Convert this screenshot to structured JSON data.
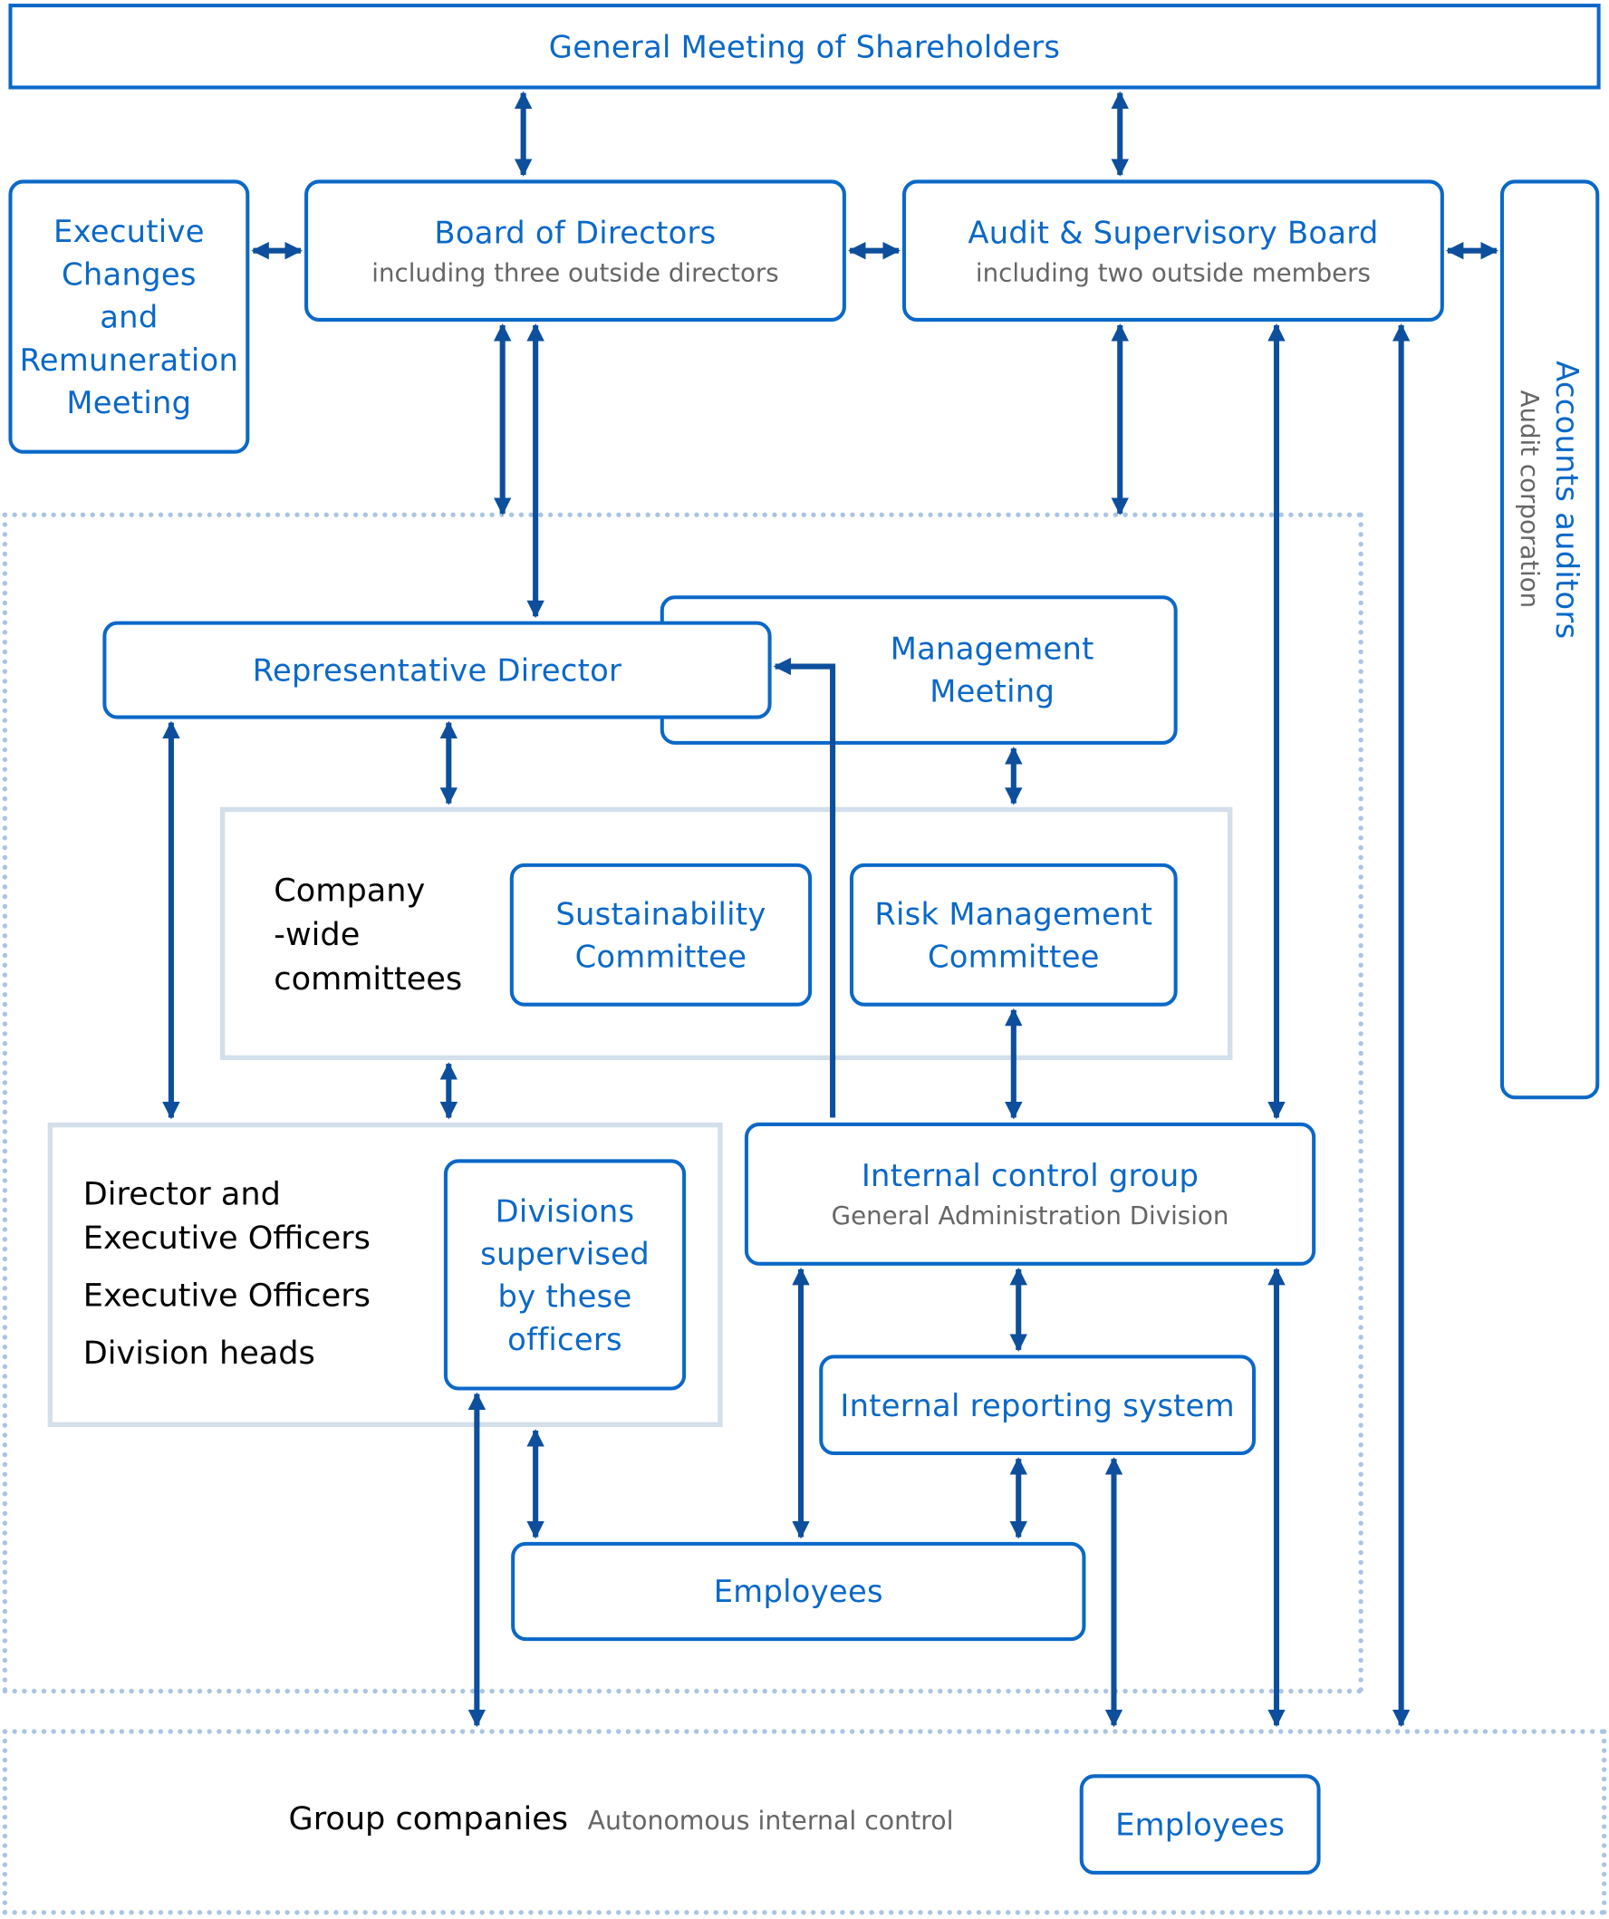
{
  "diagram": {
    "shareholders": "General Meeting of Shareholders",
    "exec_changes": [
      "Executive",
      "Changes",
      "and",
      "Remuneration",
      "Meeting"
    ],
    "board": {
      "title": "Board of Directors",
      "sub": "including three outside directors"
    },
    "audit_board": {
      "title": "Audit & Supervisory Board",
      "sub": "including two outside members"
    },
    "accounts": {
      "title": "Accounts auditors",
      "sub": "Audit corporation"
    },
    "rep_director": "Representative Director",
    "mgmt_meeting": [
      "Management",
      "Meeting"
    ],
    "company_wide": [
      "Company",
      "-wide",
      "committees"
    ],
    "sustainability": [
      "Sustainability",
      "Committee"
    ],
    "risk": [
      "Risk Management",
      "Committee"
    ],
    "officers": [
      "Director and",
      "Executive Officers",
      "Executive Officers",
      "Division heads"
    ],
    "divisions": [
      "Divisions",
      "supervised",
      "by these",
      "officers"
    ],
    "internal_control": {
      "title": "Internal control group",
      "sub": "General Administration Division"
    },
    "internal_reporting": "Internal reporting system",
    "employees": "Employees",
    "group": {
      "title": "Group companies",
      "sub": "Autonomous internal control",
      "employees": "Employees"
    },
    "colors": {
      "accent": "#0a68c8",
      "arrow": "#0d4f9c",
      "panel": "#d3dfea",
      "dotted": "#aac5e3",
      "subtext": "#666666"
    }
  }
}
